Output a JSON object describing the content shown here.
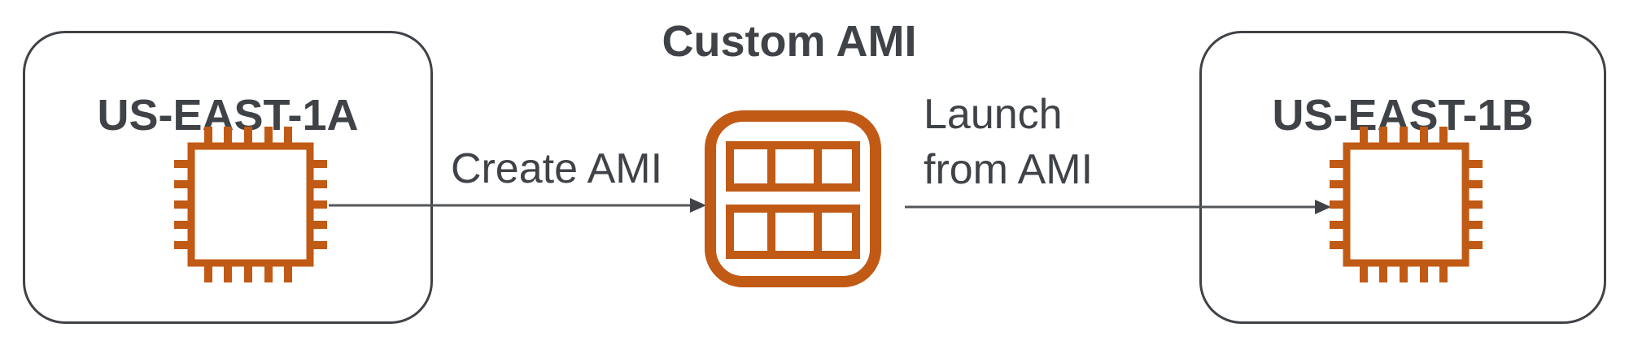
{
  "diagram": {
    "title": "Custom AMI",
    "zones": [
      {
        "id": "us-east-1a",
        "label": "US-EAST-1A",
        "icon": "ec2-instance-chip-icon"
      },
      {
        "id": "us-east-1b",
        "label": "US-EAST-1B",
        "icon": "ec2-instance-chip-icon"
      }
    ],
    "center_node": {
      "label": "Custom AMI",
      "icon": "ami-image-icon"
    },
    "arrows": [
      {
        "label": "Create AMI",
        "from": "US-EAST-1A",
        "to": "Custom AMI"
      },
      {
        "label": "Launch from AMI",
        "from": "Custom AMI",
        "to": "US-EAST-1B"
      }
    ],
    "colors": {
      "aws_orange": "#c05a15",
      "text_dark": "#3f4347",
      "box_border": "#3f4347",
      "arrow_line": "#54575a"
    }
  }
}
